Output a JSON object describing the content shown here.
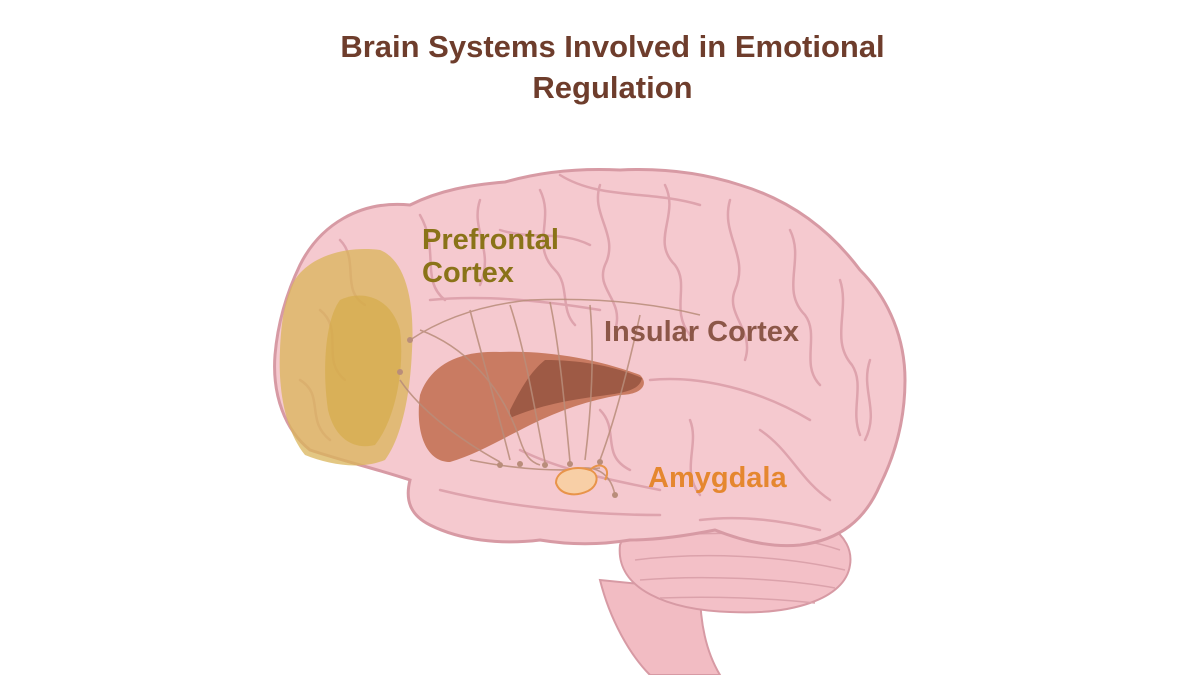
{
  "title": {
    "line1": "Brain Systems Involved in Emotional",
    "line2": "Regulation"
  },
  "labels": {
    "prefrontal": {
      "line1": "Prefrontal",
      "line2": "Cortex"
    },
    "insular": "Insular Cortex",
    "amygdala": "Amygdala"
  },
  "colors": {
    "title": "#6e3d2c",
    "prefrontal_label": "#8a7318",
    "insular_label": "#8c5748",
    "amygdala_label": "#e5872f",
    "brain_fill": "#f5c9cf",
    "brain_outline": "#d79aa4",
    "prefrontal_region": "#d9b45a",
    "insula_region": "#c97b62",
    "insula_dark": "#9e5a45",
    "amygdala_region": "#f8cfa6"
  }
}
